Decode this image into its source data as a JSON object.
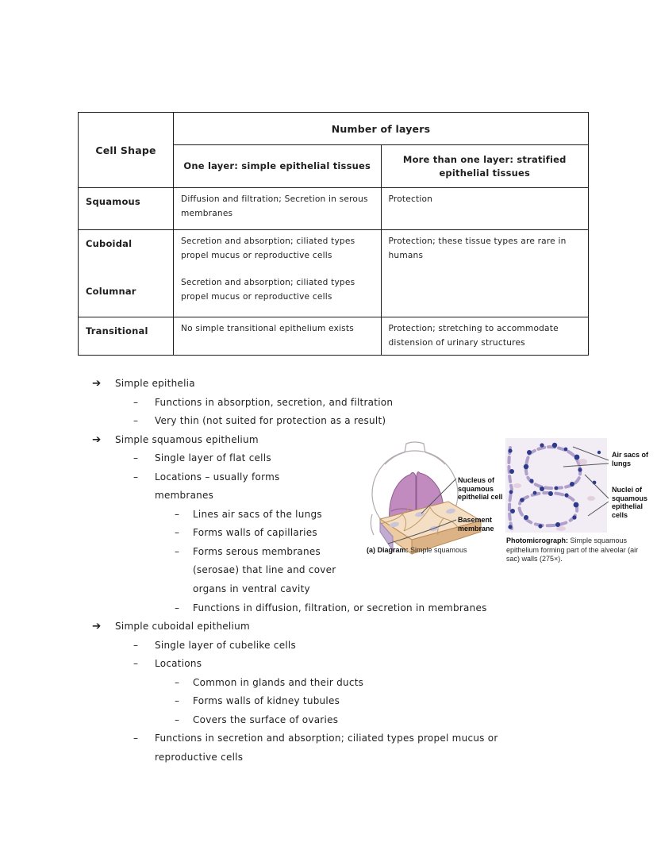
{
  "table": {
    "corner_header": "Cell Shape",
    "span_header": "Number of layers",
    "col_simple_header": "One layer: simple epithelial tissues",
    "col_stratified_header": "More than one layer: stratified epithelial tissues",
    "row_squamous": {
      "shape": "Squamous",
      "simple": "Diffusion and filtration; Secretion in serous membranes",
      "stratified": "Protection"
    },
    "row_cuboidal_columnar": {
      "shape_a": "Cuboidal",
      "shape_b": "Columnar",
      "simple_a": "Secretion and absorption; ciliated types propel mucus or reproductive cells",
      "simple_b": "Secretion and absorption; ciliated types propel mucus or reproductive cells",
      "stratified": "Protection; these tissue types are rare in humans"
    },
    "row_transitional": {
      "shape": "Transitional",
      "simple": "No simple transitional epithelium exists",
      "stratified": "Protection; stretching to accommodate distension of urinary structures"
    }
  },
  "notes": {
    "arrow_glyph": "➔",
    "dash_glyph": "–",
    "items": [
      {
        "level": 1,
        "marker": "arrow",
        "text": "Simple epithelia"
      },
      {
        "level": 2,
        "marker": "dash",
        "text": "Functions in absorption, secretion, and filtration"
      },
      {
        "level": 2,
        "marker": "dash",
        "text": "Very thin (not suited for protection as a result)"
      },
      {
        "level": 1,
        "marker": "arrow",
        "text": "Simple squamous epithelium"
      },
      {
        "level": 2,
        "marker": "dash",
        "text": "Single layer of flat cells"
      },
      {
        "level": 2,
        "marker": "dash",
        "text": "Locations – usually forms"
      },
      {
        "level": 2,
        "marker": "none",
        "text": "membranes"
      },
      {
        "level": 3,
        "marker": "dash",
        "text": "Lines air sacs of the lungs"
      },
      {
        "level": 3,
        "marker": "dash",
        "text": "Forms walls of capillaries"
      },
      {
        "level": 3,
        "marker": "dash",
        "text": "Forms serous membranes"
      },
      {
        "level": 3,
        "marker": "none",
        "text": "(serosae) that line and cover"
      },
      {
        "level": 3,
        "marker": "none",
        "text": "organs in ventral cavity"
      },
      {
        "level": 3,
        "marker": "dash",
        "text": "Functions in diffusion, filtration, or secretion in membranes"
      },
      {
        "level": 1,
        "marker": "arrow",
        "text": "Simple cuboidal epithelium"
      },
      {
        "level": 2,
        "marker": "dash",
        "text": "Single layer of cubelike cells"
      },
      {
        "level": 2,
        "marker": "dash",
        "text": "Locations"
      },
      {
        "level": 3,
        "marker": "dash",
        "text": "Common in glands and their ducts"
      },
      {
        "level": 3,
        "marker": "dash",
        "text": "Forms walls of kidney tubules"
      },
      {
        "level": 3,
        "marker": "dash",
        "text": "Covers the surface of ovaries"
      },
      {
        "level": 2,
        "marker": "dash",
        "text": "Functions in secretion and absorption; ciliated types propel mucus or"
      },
      {
        "level": 2,
        "marker": "none",
        "text": "reproductive cells"
      }
    ]
  },
  "figures": {
    "diagram": {
      "label_nucleus": "Nucleus of squamous epithelial cell",
      "label_basement": "Basement membrane",
      "caption_bold": "(a) Diagram:",
      "caption_rest": " Simple squamous"
    },
    "micrograph": {
      "label_air_sacs": "Air sacs of lungs",
      "label_nuclei": "Nuclei of squamous epithelial cells",
      "caption_bold": "Photomicrograph:",
      "caption_rest": " Simple squamous epithelium forming part of the alveolar (air sac) walls (275×)."
    },
    "colors": {
      "lung_purple": "#c18bc0",
      "slab_tan": "#f5dfc4",
      "stain_purple": "#a492c4",
      "nuclei_blue": "#2e3a8c",
      "micrograph_bg": "#f2edf4"
    }
  }
}
